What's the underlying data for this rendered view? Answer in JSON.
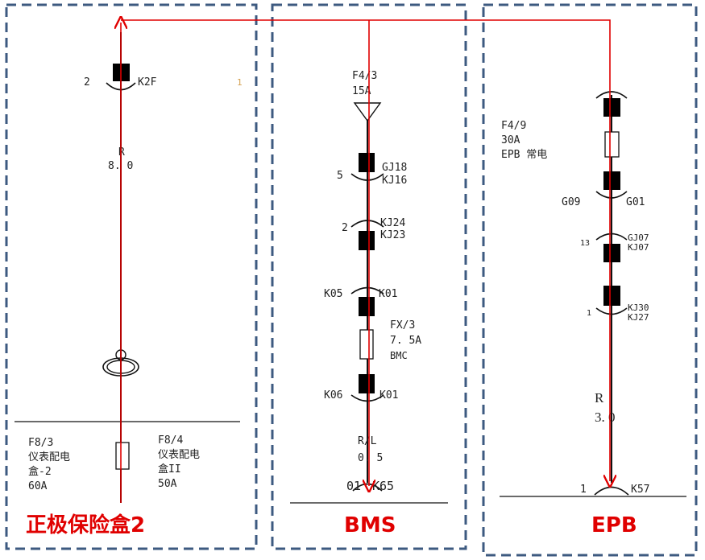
{
  "panels": {
    "left": {
      "title": "正极保险盒2",
      "connector_pin": "2",
      "connector_name": "K2F",
      "stray_mark": "1",
      "wire_color": "R",
      "wire_size": "8. 0",
      "fuse_a_name": "F8/3",
      "fuse_a_desc1": "仪表配电",
      "fuse_a_desc2": "盒-2",
      "fuse_a_rating": "60A",
      "fuse_b_name": "F8/4",
      "fuse_b_desc1": "仪表配电",
      "fuse_b_desc2": "盒II",
      "fuse_b_rating": "50A"
    },
    "middle": {
      "title": "BMS",
      "fuse_top_name": "F4/3",
      "fuse_top_rating": "15A",
      "c1_pin": "5",
      "c1_a": "GJ18",
      "c1_b": "KJ16",
      "c2_pin": "2",
      "c2_a": "KJ24",
      "c2_b": "KJ23",
      "c3_left": "K05",
      "c3_right": "K01",
      "fx_name": "FX/3",
      "fx_rating": "7. 5A",
      "fx_desc": "BMC",
      "c4_left": "K06",
      "c4_right": "K01",
      "wire_color": "R/L",
      "wire_size": "0. 5",
      "end_pin": "01",
      "end_name": "K65"
    },
    "right": {
      "title": "EPB",
      "fuse_name": "F4/9",
      "fuse_rating": "30A",
      "fuse_desc": "EPB 常电",
      "c1_left": "G09",
      "c1_right": "G01",
      "c2_pin": "13",
      "c2_a": "GJ07",
      "c2_b": "KJ07",
      "c3_pin": "1",
      "c3_a": "KJ30",
      "c3_b": "KJ27",
      "wire_color": "R",
      "wire_size": "3. 0",
      "end_pin": "1",
      "end_name": "K57"
    }
  },
  "colors": {
    "frame": "#3d5a80",
    "highlight": "#e00000",
    "ink": "#111111"
  }
}
